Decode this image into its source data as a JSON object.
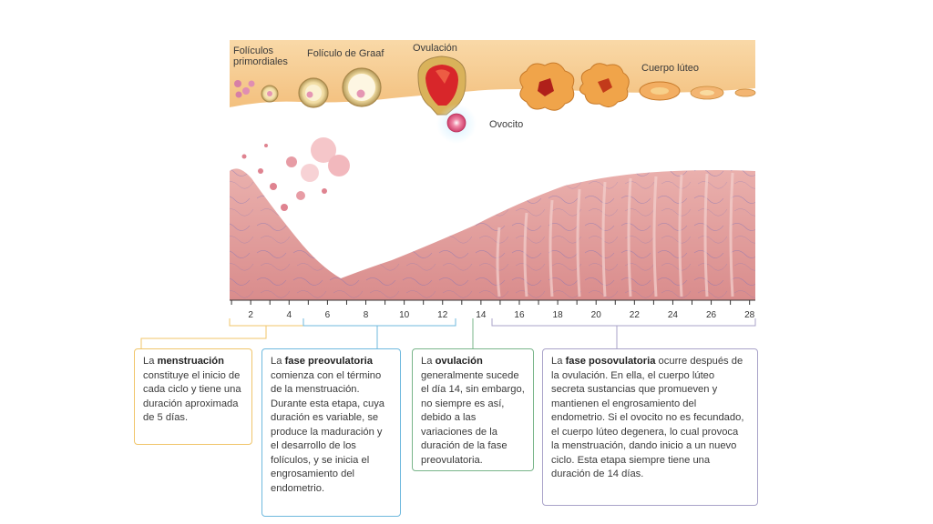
{
  "top_labels": {
    "primordial_follicles": "Folículos primordiales",
    "graaf_follicle": "Folículo de Graaf",
    "ovulation": "Ovulación",
    "corpus_luteum": "Cuerpo lúteo",
    "oocyte": "Ovocito"
  },
  "axis": {
    "ticks": [
      "2",
      "4",
      "6",
      "8",
      "10",
      "12",
      "14",
      "16",
      "18",
      "20",
      "22",
      "24",
      "26",
      "28"
    ]
  },
  "phases": {
    "menstruation": {
      "pre": "La ",
      "term": "menstruación",
      "text": " constituye el inicio de cada ciclo y tiene una duración aproximada de 5 días."
    },
    "preovulatory": {
      "pre": "La ",
      "term": "fase preovulatoria",
      "text": " comienza con el término de la menstruación. Durante esta etapa, cuya duración es variable, se produce la maduración y el desarrollo de los folículos, y se inicia el engrosamiento del endometrio."
    },
    "ovulation": {
      "pre": "La ",
      "term": "ovulación",
      "text": " generalmente sucede el día 14, sin embargo, no siempre es así, debido a las variaciones de la duración de la fase preovulatoria."
    },
    "postovulatory": {
      "pre": "La ",
      "term": "fase posovulatoria",
      "text": " ocurre después de la ovulación. En ella, el cuerpo lúteo secreta sustancias que promueven y mantienen el engrosamiento del endometrio. Si el ovocito no es fecundado, el cuerpo lúteo degenera, lo cual provoca la menstruación, dando inicio a un nuevo ciclo. Esta etapa siempre tiene una duración de 14 días."
    }
  },
  "colors": {
    "ovary_band": "#f6c98c",
    "endometrium": "#e7a4a2",
    "menstruation": "#f0c56a",
    "preovulatory": "#6fb9de",
    "ovulation": "#79b58a",
    "postovulatory": "#a9a3c9"
  }
}
